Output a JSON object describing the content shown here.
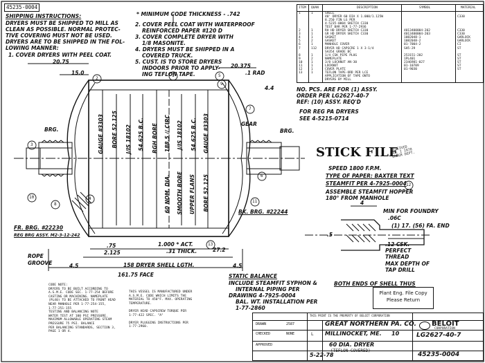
{
  "drawing_number_top": "45235-0004",
  "instructions": {
    "title": "SHIPPING INSTRUCTIONS:",
    "lines": [
      "DRYERS MUST BE SHIPPED TO MILL AS",
      "CLEAN AS POSSIBLE. NORMAL PROTEC-",
      "TIVE COVERING MUST NOT BE USED.",
      "DRYERS ARE TO BE SHIPPED IN THE FOL-",
      "LOWING MANNER:",
      "1. COVER DRYERS WITH PEEL COAT."
    ],
    "lines_right": [
      "2. COVER PEEL COAT WITH WATERPROOF",
      "REINFORCED PAPER #120 D",
      "3. COVER COMPLETE DRYER WITH",
      "1/8 MASONITE.",
      "4. DRYERS MUST BE SHIPPED IN A",
      "COVERED TRUCK.",
      "5. CUST. IS TO STORE DRYERS",
      "INDOORS PRIOR TO APPLY-",
      "ING TEFLON TAPE."
    ],
    "min_code": "* MINIMUM CODE THICKNESS - .742"
  },
  "bom": {
    "headers": [
      "ITEM",
      "QUAN",
      "DESCRIPTION",
      "SYMBOL",
      "MATERIAL"
    ],
    "rows": [
      [
        "1",
        "1",
        "SHELL",
        "",
        ""
      ],
      [
        "",
        "",
        "40' DRYER 60 DIA X 1.000/1.125W",
        "",
        "C330"
      ],
      [
        "",
        "",
        "8.250 FIN LG PER",
        "",
        ""
      ],
      [
        "",
        "",
        "4-5235-0004 SKETCH C330",
        "",
        ""
      ],
      [
        "",
        "",
        "TEST BAR PER 1-77-2936",
        "",
        ""
      ],
      [
        "2",
        "1",
        "RH HD DRYER SKETCH C330",
        "4013400004-202",
        "C330"
      ],
      [
        "3",
        "1",
        "GR HD DRYER SKETCH C330",
        "4013400004-203",
        "C330"
      ],
      [
        "4",
        "1",
        "GASKET",
        "1082048-1",
        "GARLOCK"
      ],
      [
        "5",
        "2",
        "GASKET",
        "1082048-2",
        "GARLOCK"
      ],
      [
        "6",
        "1",
        "MANHOLE COVER",
        "01-7004-2",
        "CI"
      ],
      [
        "7",
        "112",
        "DRYER HD CAPSCRE 1 X 3-1/4",
        "SH5-29",
        "ST"
      ],
      [
        "",
        "",
        "SA354 GRADE BC",
        "",
        ""
      ],
      [
        "8",
        "1",
        "1/4 CSK PIPE PLUG",
        "253151-202",
        "ST"
      ],
      [
        "9",
        "2",
        "NAMEPLATE",
        "1PL401",
        "ST"
      ],
      [
        "10",
        "1",
        "3/8 LOCKNUT AN-30",
        "2346981-027",
        "ST"
      ],
      [
        "11",
        "1",
        "LOCKNUT",
        "01-10709",
        "ST"
      ],
      [
        "12",
        "1",
        "COVER PLATE",
        "01-9030",
        "ST"
      ],
      [
        "13",
        "1",
        "TEFLON TAPE-ORD PER LCE",
        "",
        ""
      ],
      [
        "",
        "",
        "APPLICATION OF TAPE ONTO",
        "",
        ""
      ],
      [
        "",
        "",
        "DRYERS BY MILL",
        "",
        ""
      ]
    ]
  },
  "notes_right": [
    "NO. PCS. ARE FOR (1) ASSY.",
    "ORDER PER LG2627-40-7",
    "REF: (10) ASSY. REQ'D"
  ],
  "reg_pa": [
    "FOR REG PA DRYERS",
    "SEE 4-5215-0714"
  ],
  "stick_file": "STICK FILE",
  "spec": [
    "SPEED 1800 F.P.M.",
    "TYPE OF PAPER: BAXTER TEXT",
    "STEAMFIT PER 4-7925-0004",
    "ASSEMBLE STEAMFIT HOPPER",
    "180° FROM MANHOLE"
  ],
  "thread_notes": [
    "MIN FOR FOUNDRY",
    ".06C",
    "(1) 17. (56) FA. END",
    ".12 CSK.",
    "PERFECT",
    "THREAD",
    "MAX DEPTH OF",
    "TAP DRILL"
  ],
  "both_ends": "BOTH ENDS OF SHELL THUS",
  "static_balance": [
    "STATIC BALANCE",
    "INCLUDE STEAMFIT SYPHON &",
    "INTERNAL PIPING PER",
    "DRAWING 4-7925-0004",
    "BAL. WT. INSTALLATION PER",
    "1-77-2860"
  ],
  "dims": {
    "d2075": "20.75",
    "d150": "15.0",
    "d20375": "20.375",
    "rad": ".1 RAD",
    "d44": "4.4",
    "gauge1": "GAUGE #3303",
    "jis1": "J/IS 18102",
    "rgh": "RGH BORE",
    "circ": "188.5 // CIRC",
    "jis2": "J/IS 18102",
    "gauge2": "GAUGE #3303",
    "bc1": "54.625 B.C.",
    "bc2": "54.625 B.C.",
    "bore1": "BORE 52.125",
    "bore2": "BORE 52.125",
    "nom": "60 NOM. DIA.",
    "smooth": "SMOOTH BORE",
    "upper": "UPPER FLANS",
    "d75": ".75",
    "d2125": "2.125",
    "act": "1.000 * ACT.",
    "thick": ".31 THICK.",
    "d272": "27.2",
    "shell": "158 DRYER SHELL LGTH.",
    "face": "161.75 FACE",
    "d45a": "4.5",
    "d45b": "4.5",
    "d5": ".5",
    "d4": "4"
  },
  "callouts": {
    "brg_l": "BRG.",
    "brg_r": "BRG.",
    "gear": "GEAR",
    "fr_brg": "FR. BRG. #22230",
    "reg_brg": "REG BRG ASSY. M2-3-12-242",
    "bk_brg": "BK. BRG. #22244",
    "rope": "ROPE",
    "groove": "GROOVE"
  },
  "balloons": [
    "1",
    "2",
    "3",
    "4",
    "5",
    "6",
    "7",
    "8",
    "9",
    "10",
    "11",
    "12",
    "13"
  ],
  "code_notes": [
    "CODE NOTE:",
    "DRYERS TO BE BUILT ACCORDING TO",
    "A.S.M.E. CODE SEC. 1-77-254 BEFORE",
    "CASTING OR MACHINING. NAMEPLATE",
    "(PL40) TO BE ATTACHED TO FRONT HEAD",
    "NEAR MANHOLE PER 1-77-254-155,",
    "1-77-251-155",
    "TESTING AND BALANCING NOTE",
    "WATER TEST AT 100 PSI PRESSURE.",
    "MAXIMUM ALLOWABLE OPERATING STEAM",
    "PRESSURE 75 PSI. BALANCE",
    "PER BALANCING STANDARDS, SECTION 3,",
    "PAGE 1 OR 4."
  ],
  "asme_notes": [
    "THIS VESSEL IS MANUFACTURED UNDER",
    "A.S.M.E. CODE WHICH LIMITS THE",
    "MATERIAL TO 450°F. MAX. OPERATING",
    "TEMPERATURE.",
    "",
    "DRYER HEAD CAPSCREW TORQUE PER",
    "1-77-422 SPEC. \"A\"",
    "",
    "DRYER PLUGGING INSTRUCTIONS PER",
    "1-77-2960."
  ],
  "stamp": [
    "Plant Eng. File Copy",
    "Please Return"
  ],
  "title_block": {
    "customer": "GREAT NORTHERN PA. CO.",
    "location": "MILLINOCKET, ME.",
    "machine": "10",
    "title": "60 DIA. DRYER",
    "subtitle": "(TEFLON COVERED)",
    "order": "LG2627-40-7",
    "company": "BELOIT",
    "company_sub": "CORPORATION",
    "drawing_no": "45235-0004",
    "date": "5-22-78",
    "property": "THIS PRINT IS THE PROPERTY OF BELOIT CORPORATION",
    "sheet": "L",
    "dwg_labels": [
      "DRAWN",
      "CHECKED",
      "APPROVED"
    ],
    "scale": "NONE",
    "issue": "2587"
  },
  "received_stamp": [
    "RECEIVED",
    "JUL 1 1978",
    "ORDER DEPT."
  ]
}
